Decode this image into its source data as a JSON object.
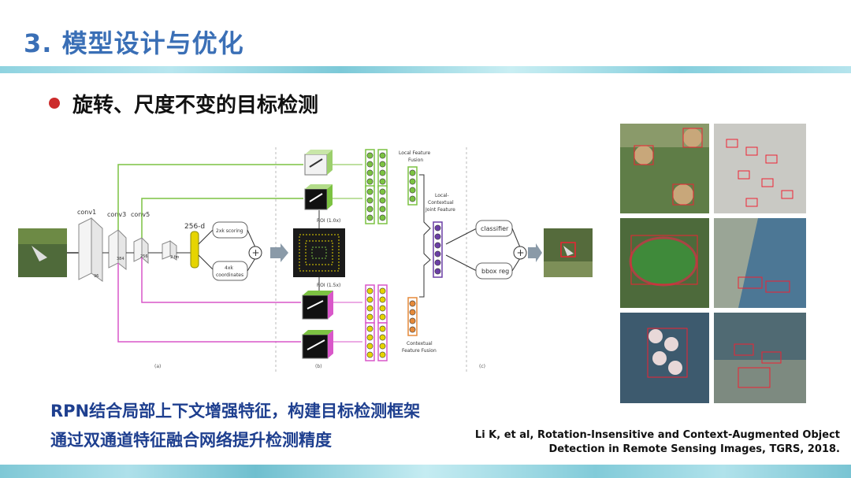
{
  "slide": {
    "title": "3. 模型设计与优化",
    "bullet": "旋转、尺度不变的目标检测",
    "summary_lines": [
      "RPN结合局部上下文增强特征，构建目标检测框架",
      "通过双通道特征融合网络提升检测精度"
    ],
    "reference_lines": [
      "Li K, et al,  Rotation-Insensitive and Context-Augmented Object",
      "Detection in Remote Sensing Images, TGRS, 2018."
    ]
  },
  "diagram": {
    "layer_labels": {
      "conv1": "conv1",
      "conv3": "conv3",
      "conv5": "conv5"
    },
    "block_dims": {
      "conv1": "96",
      "conv3": "384",
      "conv5": "256",
      "mid": "2 fm"
    },
    "feature_label": "256-d",
    "rpn_outputs": {
      "scoring": "2xk scoring",
      "coords_1": "4xk",
      "coords_2": "coordinates"
    },
    "roi_labels": {
      "roi_small": "ROI (1.0x)",
      "roi_large": "ROI (1.5x)"
    },
    "fusion_labels": {
      "local_1": "Local Feature",
      "local_2": "Fusion",
      "joint_1": "Local-",
      "joint_2": "Contextual",
      "joint_3": "Joint Feature",
      "context_1": "Contextual",
      "context_2": "Feature Fusion"
    },
    "heads": {
      "classifier": "classifier",
      "bbox": "bbox reg"
    },
    "panel_tags": {
      "a": "(a)",
      "b": "(b)",
      "c": "(c)"
    },
    "colors": {
      "green": "#7cc242",
      "magenta": "#d957c9",
      "purple": "#6b3fa5",
      "orange": "#e58a3a",
      "yellow": "#e6d400"
    }
  }
}
